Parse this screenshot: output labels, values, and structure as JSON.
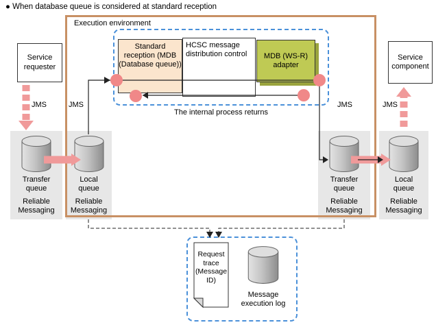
{
  "title": {
    "bullet": "●",
    "text": "When database queue is considered at standard reception"
  },
  "execution_environment": {
    "label": "Execution environment"
  },
  "processing": {
    "standard_reception": "Standard reception (MDB (Database queue))",
    "hcsc_control": "HCSC message distribution control",
    "mdb_adapter": "MDB (WS-R) adapter",
    "internal_note": "The internal process returns"
  },
  "endpoints": {
    "service_requester": "Service requester",
    "service_component": "Service component"
  },
  "jms_labels": [
    "JMS",
    "JMS",
    "JMS",
    "JMS"
  ],
  "queues": [
    {
      "name": "Transfer queue",
      "product": "Reliable Messaging"
    },
    {
      "name": "Local queue",
      "product": "Reliable Messaging"
    },
    {
      "name": "Transfer queue",
      "product": "Reliable Messaging"
    },
    {
      "name": "Local queue",
      "product": "Reliable Messaging"
    }
  ],
  "trace_area": {
    "request_trace": "Request trace (Message ID)",
    "message_log": "Message execution log"
  },
  "colors": {
    "env_border": "#c89064",
    "dashed_blue": "#4a90d9",
    "reception_fill": "#fbe5cd",
    "adapter_fill": "#bfca54",
    "adapter_shadow": "#9aa43e",
    "arrow_pink": "#f09a9a",
    "circle_pink": "#f08888",
    "band_gray": "#e7e7e7"
  }
}
